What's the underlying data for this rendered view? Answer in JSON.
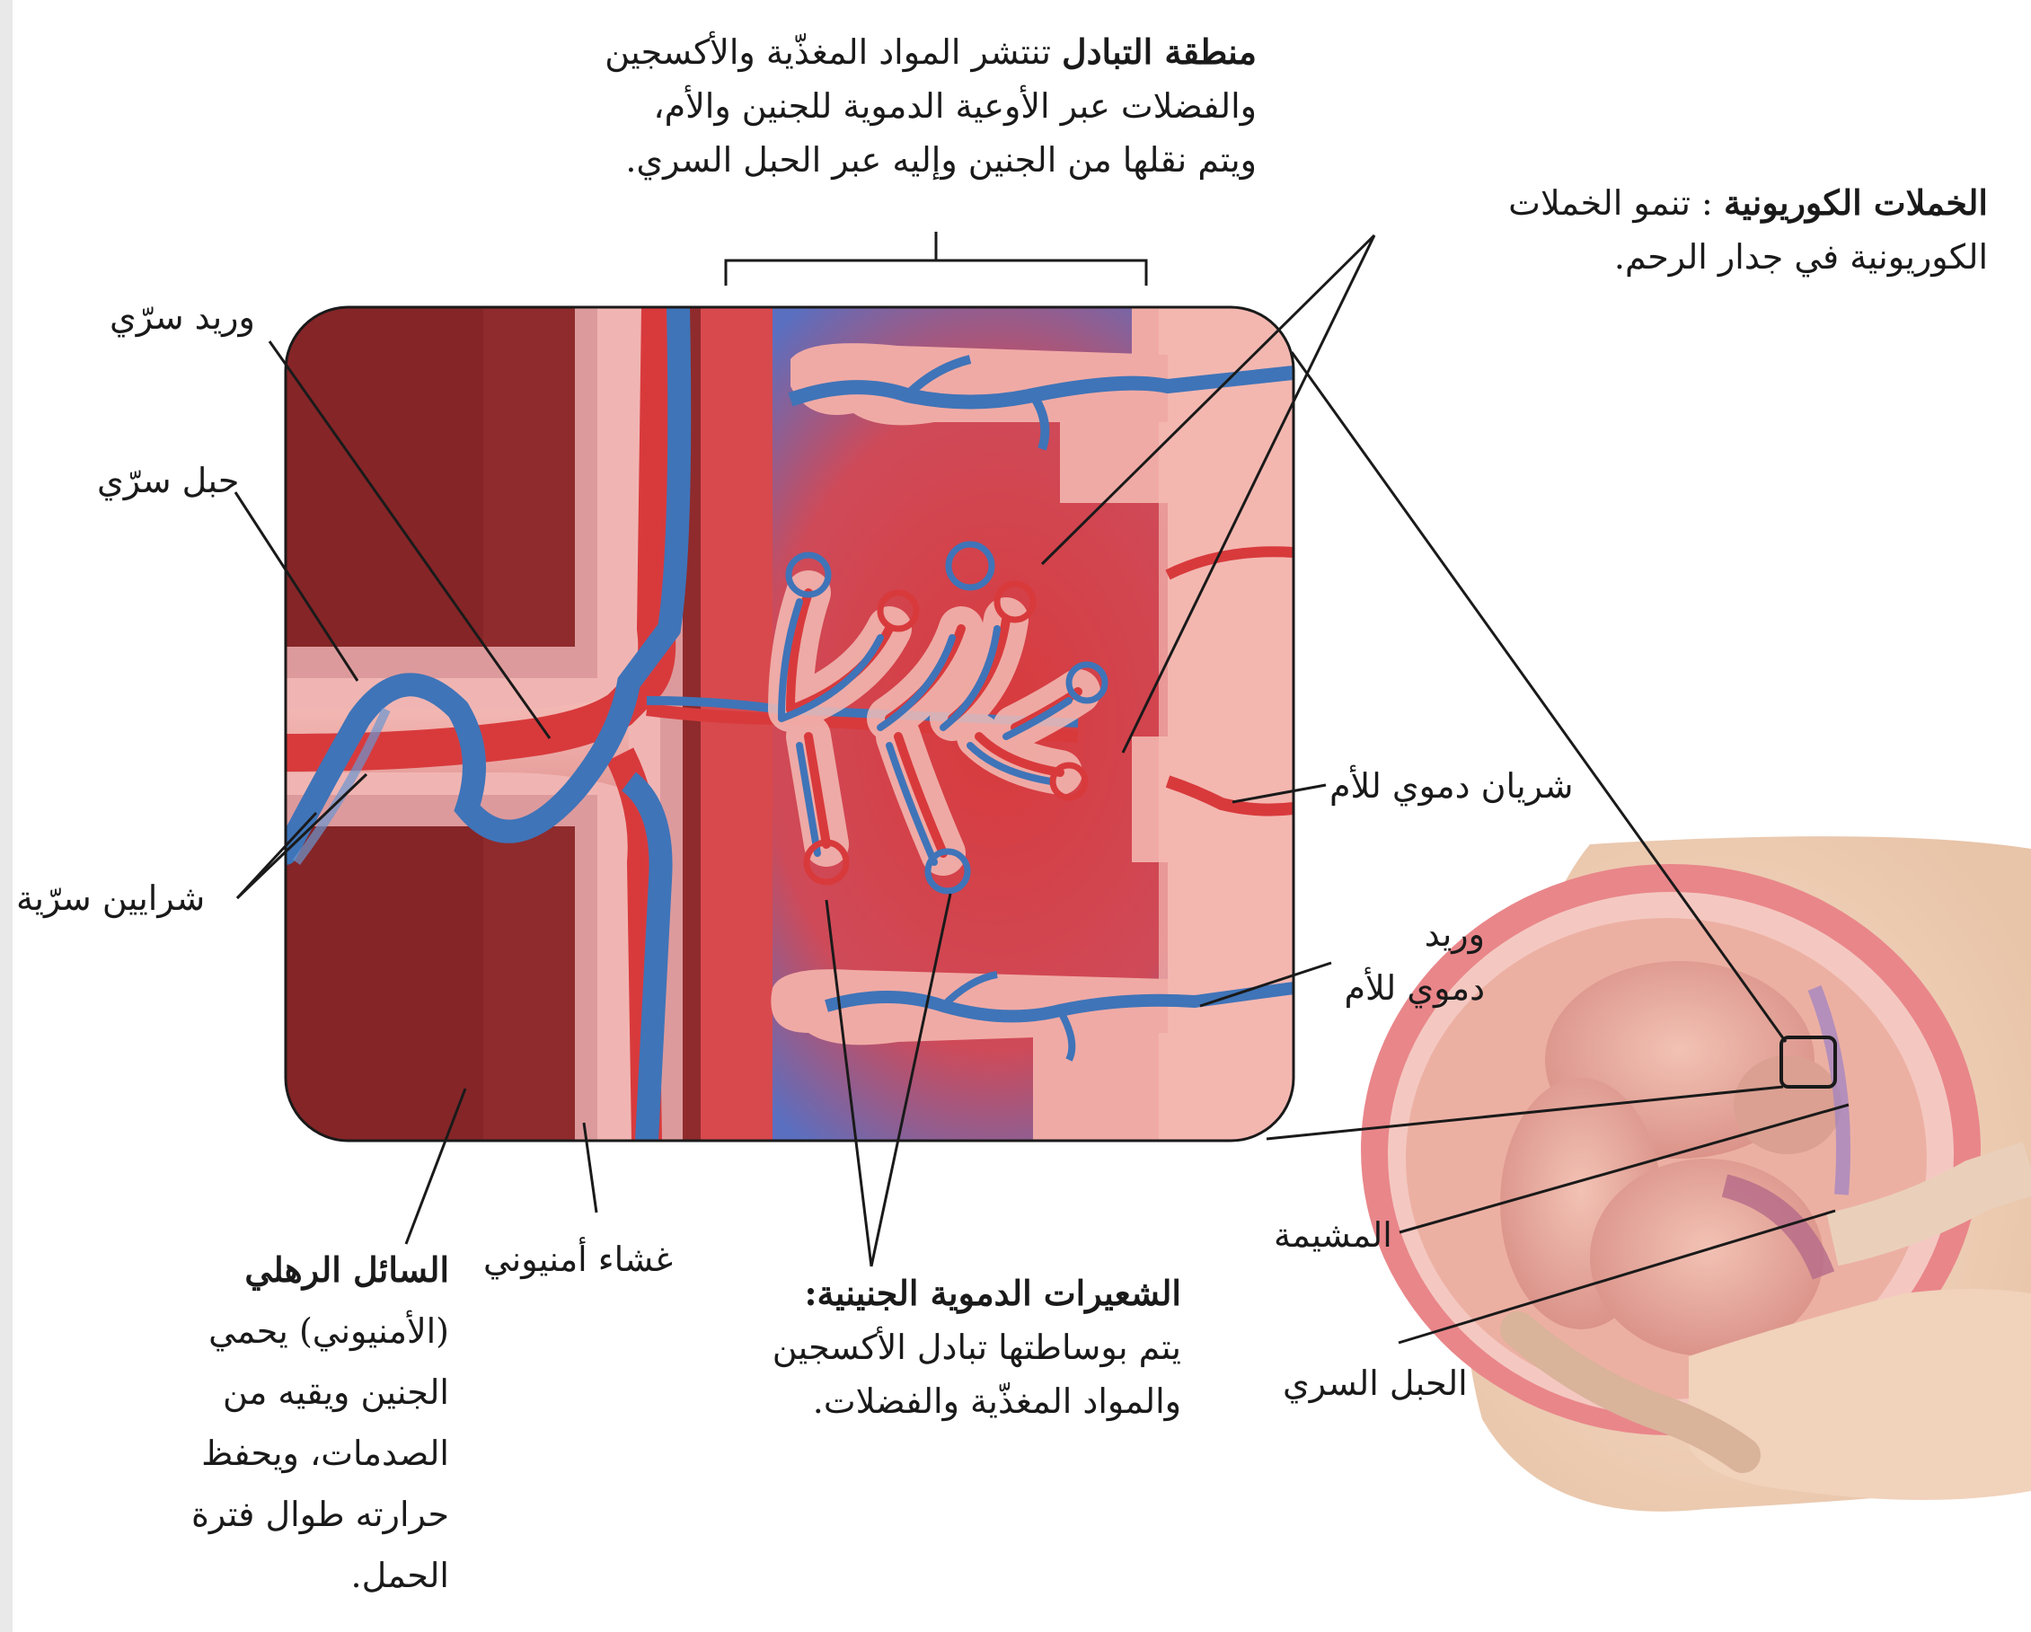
{
  "labels": {
    "exchange_zone": {
      "title": "منطقة التبادل",
      "line1": "تنتشر المواد المغذّية والأكسجين",
      "line2": "والفضلات عبر الأوعية الدموية للجنين والأم،",
      "line3": "ويتم نقلها من الجنين وإليه عبر الحبل السري."
    },
    "chorionic_villi": {
      "title": "الخملات الكوريونية",
      "line1": ": تنمو الخملات",
      "line2": "الكوريونية في جدار الرحم."
    },
    "umbilical_vein": "وريد سرّي",
    "umbilical_cord_left": "حبل سرّي",
    "umbilical_arteries": "شرايين سرّية",
    "maternal_artery": "شريان دموي للأم",
    "maternal_vein": {
      "line1": "وريد",
      "line2": "دموي للأم"
    },
    "placenta": "المشيمة",
    "umbilical_cord_right": "الحبل السري",
    "amniotic_membrane": "غشاء أمنيوني",
    "amniotic_fluid": {
      "title": "السائل الرهلي",
      "line1": "(الأمنيوني) يحمي",
      "line2": "الجنين ويقيه من",
      "line3": "الصدمات، ويحفظ",
      "line4": "حرارته طوال فترة",
      "line5": "الحمل."
    },
    "fetal_capillaries": {
      "title": "الشعيرات الدموية الجنينية:",
      "line1": "يتم بوساطتها تبادل الأكسجين",
      "line2": "والمواد المغذّية والفضلات."
    }
  },
  "colors": {
    "dark_red": "#8f2b2c",
    "artery_red": "#d83a3c",
    "vein_blue": "#3f74b8",
    "membrane_pink": "#e9a7a8",
    "tissue_pink": "#f1b2ae",
    "leader_line": "#1a1a1a"
  }
}
